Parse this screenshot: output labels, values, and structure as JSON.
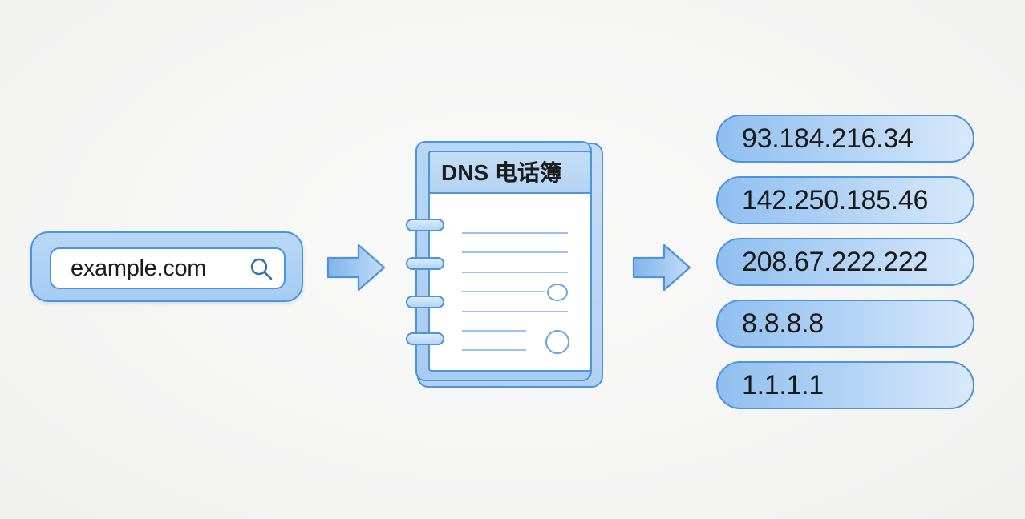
{
  "search": {
    "query": "example.com",
    "icon": "magnifier-icon"
  },
  "notebook": {
    "title": "DNS 电话簿",
    "icon": "notebook-icon"
  },
  "arrows": {
    "icon": "right-arrow-icon"
  },
  "ip_addresses": [
    "93.184.216.34",
    "142.250.185.46",
    "208.67.222.222",
    "8.8.8.8",
    "1.1.1.1"
  ],
  "colors": {
    "accent": "#4f93dd",
    "fill_light": "#b9d8f6",
    "fill_mid": "#8fbff0",
    "page_line": "#9cc3ed",
    "background": "#f6f6f5",
    "text": "#1c1c1c"
  }
}
